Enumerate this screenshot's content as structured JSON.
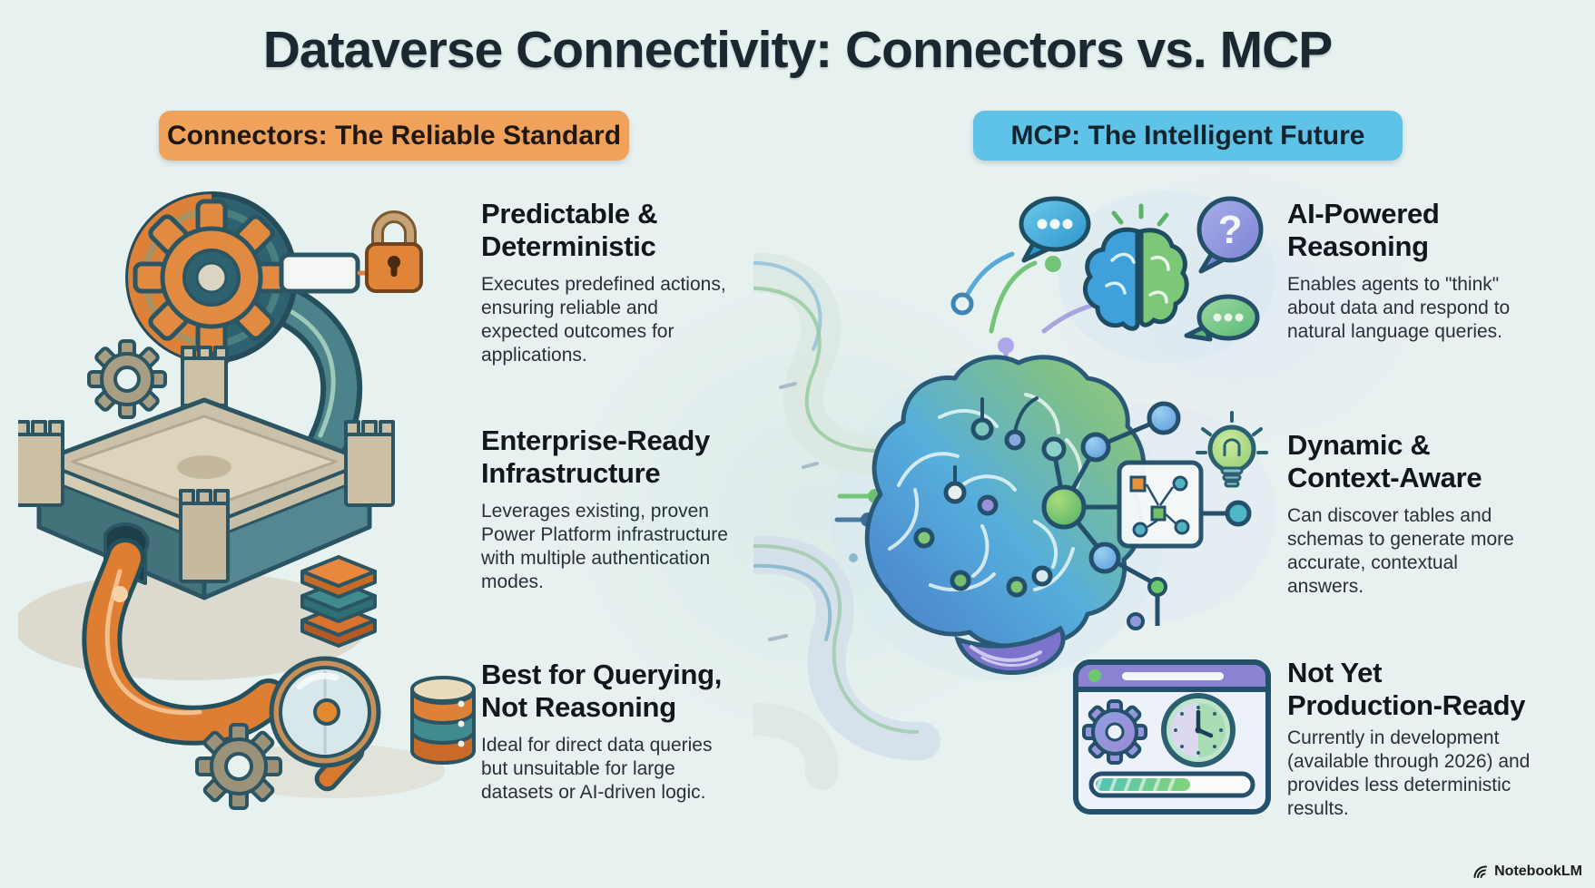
{
  "title": "Dataverse Connectivity: Connectors vs. MCP",
  "colors": {
    "background": "#e7f1f0",
    "connectors_accent": "#f0a15a",
    "mcp_accent": "#5fc3e8",
    "title_text": "#1b2830"
  },
  "connectors": {
    "header": "Connectors: The Reliable Standard",
    "items": [
      {
        "heading": "Predictable & Deterministic",
        "body": "Executes predefined actions, ensuring reliable and expected outcomes for applications."
      },
      {
        "heading": "Enterprise-Ready Infrastructure",
        "body": "Leverages existing, proven Power Platform infrastructure with multiple authentication modes."
      },
      {
        "heading": "Best for Querying, Not Reasoning",
        "body": "Ideal for direct data queries but unsuitable for large datasets or AI-driven logic."
      }
    ],
    "illustration_icons": [
      "gear-emblem",
      "padlock",
      "small-gear",
      "shield-checkmark",
      "fortress",
      "stacked-boxes",
      "orange-pipe",
      "magnifier",
      "database-cylinder"
    ]
  },
  "mcp": {
    "header": "MCP: The Intelligent Future",
    "items": [
      {
        "heading": "AI-Powered Reasoning",
        "body": "Enables agents to \"think\" about data and respond to natural language queries."
      },
      {
        "heading": "Dynamic & Context-Aware",
        "body": "Can discover tables and schemas to generate more accurate, contextual answers."
      },
      {
        "heading": "Not Yet Production-Ready",
        "body": "Currently in development (available through 2026) and provides less deterministic results."
      }
    ],
    "illustration": {
      "question_mark": "?"
    },
    "illustration_icons": [
      "chat-bubble-dots",
      "small-brain",
      "question-bubble",
      "green-chat-bubble",
      "big-brain",
      "network-graph",
      "schema-panel",
      "lightbulb",
      "browser-window",
      "gear",
      "clock",
      "progress-bar"
    ]
  },
  "footer": {
    "brand": "NotebookLM"
  }
}
